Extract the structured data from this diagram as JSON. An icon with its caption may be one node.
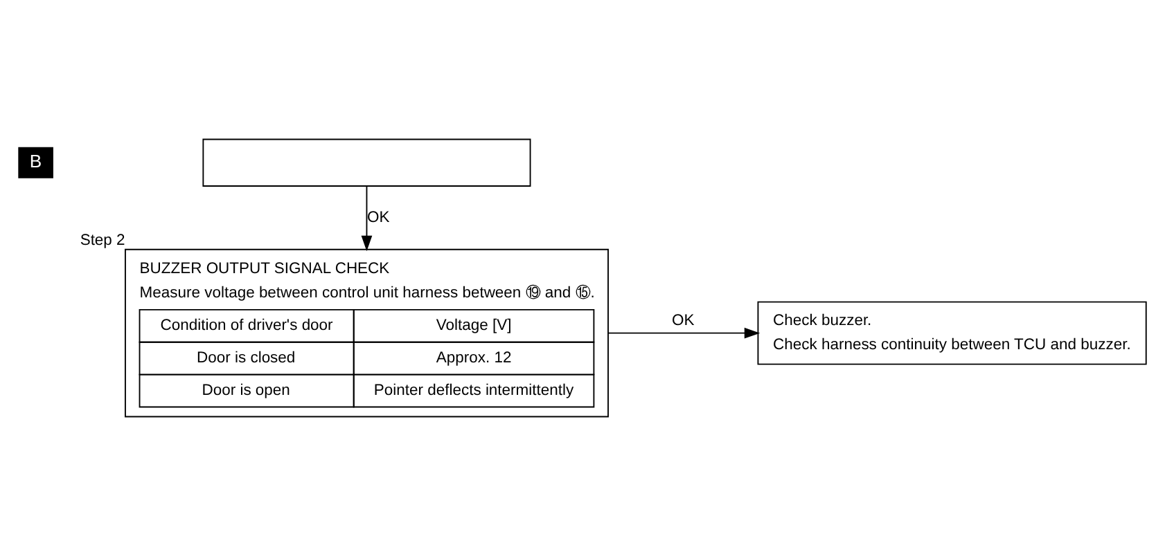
{
  "diagram": {
    "nodes": [
      {
        "text": [],
        "shape": "box"
      },
      {
        "text": [
          "BUZZER OUTPUT SIGNAL CHECK",
          "Measure voltage between control unit harness between ⑲ and ⑮."
        ],
        "beside": [
          "Step 2"
        ]
      },
      {
        "text": [
          "Check buzzer.",
          "Check harness continuity between TCU and buzzer."
        ]
      }
    ],
    "edges": [
      {
        "from": 0,
        "to": 1,
        "arrow": "to",
        "label": "OK"
      },
      {
        "from": 1,
        "to": 2,
        "arrow": "to",
        "label": "OK"
      }
    ],
    "labels": [
      "B",
      "Condition of driver's door",
      "Voltage [V]",
      "Door is closed",
      "Approx. 12",
      "Door is open",
      "Pointer deflects intermittently"
    ]
  }
}
